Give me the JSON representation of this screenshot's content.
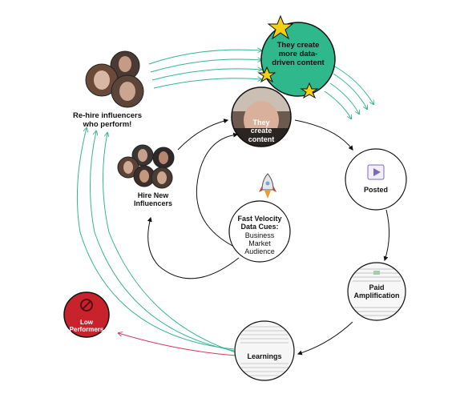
{
  "nodes": {
    "create_data_driven": "They create more data-driven content",
    "rehire": "Re-hire influencers who perform!",
    "they_create": "They create content",
    "hire_new": "Hire New Influencers",
    "posted": "Posted",
    "fast_velocity_title": "Fast Velocity Data Cues:",
    "fast_velocity_items": [
      "Business",
      "Market",
      "Audience"
    ],
    "paid_amplification": "Paid Amplification",
    "learnings": "Learnings",
    "low_performers": "Low Performers"
  },
  "colors": {
    "green": "#2fb88b",
    "teal_arrow": "#33b591",
    "red": "#c8232c",
    "pink_arrow": "#d43a5a",
    "black": "#111111",
    "star": "#f3d011"
  },
  "icons": [
    "star-icon",
    "rocket-icon",
    "video-icon",
    "blocked-icon"
  ]
}
